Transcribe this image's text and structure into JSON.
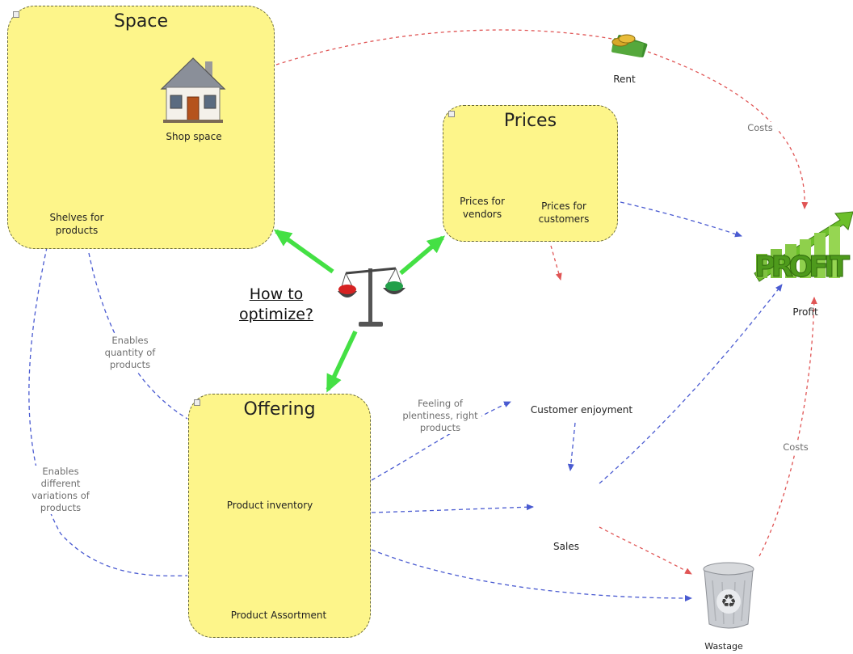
{
  "boxes": {
    "space": {
      "title": "Space"
    },
    "prices": {
      "title": "Prices"
    },
    "offering": {
      "title": "Offering"
    }
  },
  "nodes": {
    "shop_space": "Shop space",
    "shelves": "Shelves for products",
    "prices_vendors": "Prices for vendors",
    "prices_customers": "Prices for customers",
    "product_inventory": "Product inventory",
    "product_assortment": "Product Assortment",
    "rent": "Rent",
    "profit": "Profit",
    "profit_graphic": "PROFIT",
    "customer_enjoyment": "Customer enjoyment",
    "sales": "Sales",
    "wastage": "Wastage"
  },
  "question": "How to optimize?",
  "edge_labels": {
    "costs_rent": "Costs",
    "costs_wastage": "Costs",
    "enables_quantity": "Enables quantity of products",
    "enables_variations": "Enables different variations of products",
    "feeling": "Feeling of plentiness, right products"
  },
  "colors": {
    "box_fill": "#fdf58a",
    "link_blue": "#4a5bd1",
    "link_red": "#e05555",
    "link_green": "#44e044",
    "profit_green": "#6cbf2a"
  },
  "icons": [
    "house-icon",
    "money-icon",
    "balance-scale-icon",
    "profit-arrow-icon",
    "recycle-bin-icon"
  ]
}
